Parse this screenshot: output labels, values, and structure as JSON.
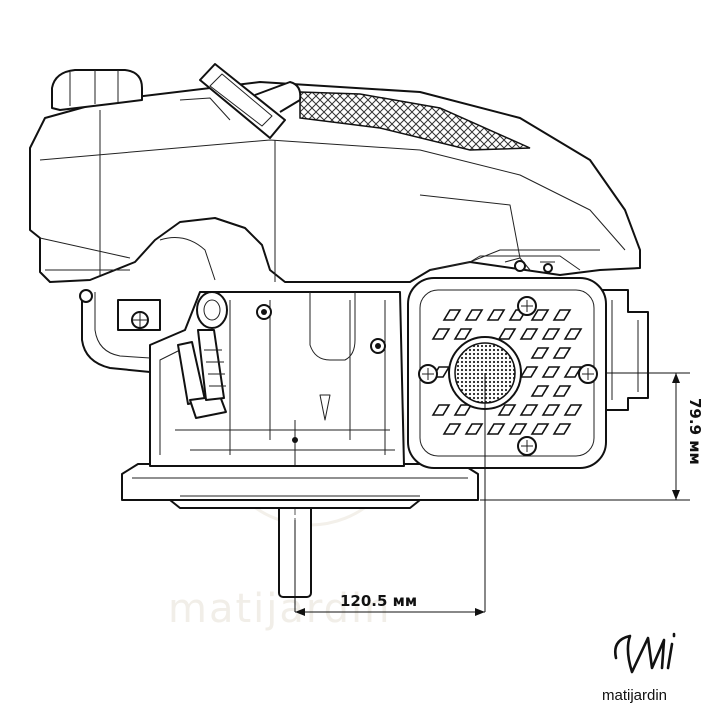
{
  "dimensions": {
    "horizontal_label": "120.5 мм",
    "vertical_label": "79.9 мм"
  },
  "watermark": {
    "text": "matijardin"
  },
  "brand": {
    "name": "matijardin",
    "monogram": "Mi"
  }
}
